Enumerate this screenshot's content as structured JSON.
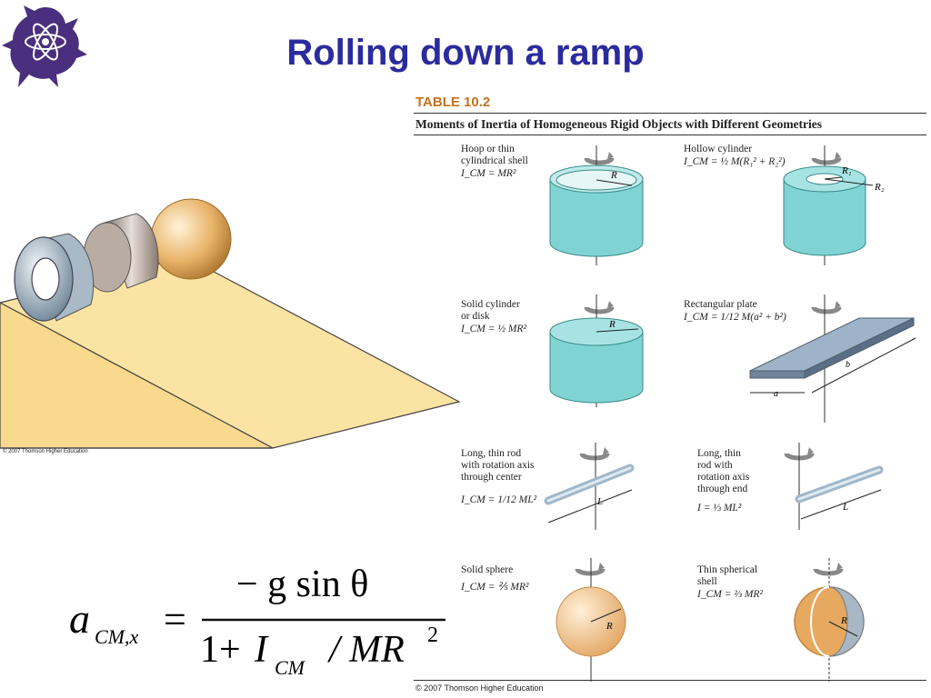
{
  "title": "Rolling down a ramp",
  "ramp_figure": {
    "copyright": "© 2007 Thomson Higher Education"
  },
  "table": {
    "heading": "TABLE 10.2",
    "caption": "Moments of Inertia of Homogeneous Rigid Objects with Different Geometries",
    "cells": [
      {
        "lines": [
          "Hoop or thin",
          "cylindrical shell"
        ],
        "formula": "I_CM = MR²"
      },
      {
        "lines": [
          "Hollow cylinder"
        ],
        "formula": "I_CM = ½ M(R₁² + R₂²)"
      },
      {
        "lines": [
          "Solid cylinder",
          "or disk"
        ],
        "formula": "I_CM = ½ MR²"
      },
      {
        "lines": [
          "Rectangular plate"
        ],
        "formula": "I_CM = 1/12 M(a² + b²)"
      },
      {
        "lines": [
          "Long, thin rod",
          "with rotation axis",
          "through center"
        ],
        "formula": "I_CM = 1/12 ML²"
      },
      {
        "lines": [
          "Long, thin",
          "rod with",
          "rotation axis",
          "through end"
        ],
        "formula": "I = ⅓ ML²"
      },
      {
        "lines": [
          "Solid sphere"
        ],
        "formula": "I_CM = ⅖ MR²"
      },
      {
        "lines": [
          "Thin spherical",
          "shell"
        ],
        "formula": "I_CM = ⅔ MR²"
      }
    ],
    "figure_labels": {
      "R": "R",
      "R1": "R₁",
      "R2": "R₂",
      "a": "a",
      "b": "b",
      "L": "L"
    },
    "credit": "© 2007 Thomson Higher Education"
  },
  "equation": {
    "lhs_symbol": "a",
    "lhs_subscript": "CM,x",
    "equals": "=",
    "numerator": "− g  sin θ",
    "denominator_one": "1+",
    "denominator_I": "I",
    "denominator_I_sub": "CM",
    "denominator_rest": "/ MR",
    "denominator_exp": "2"
  }
}
